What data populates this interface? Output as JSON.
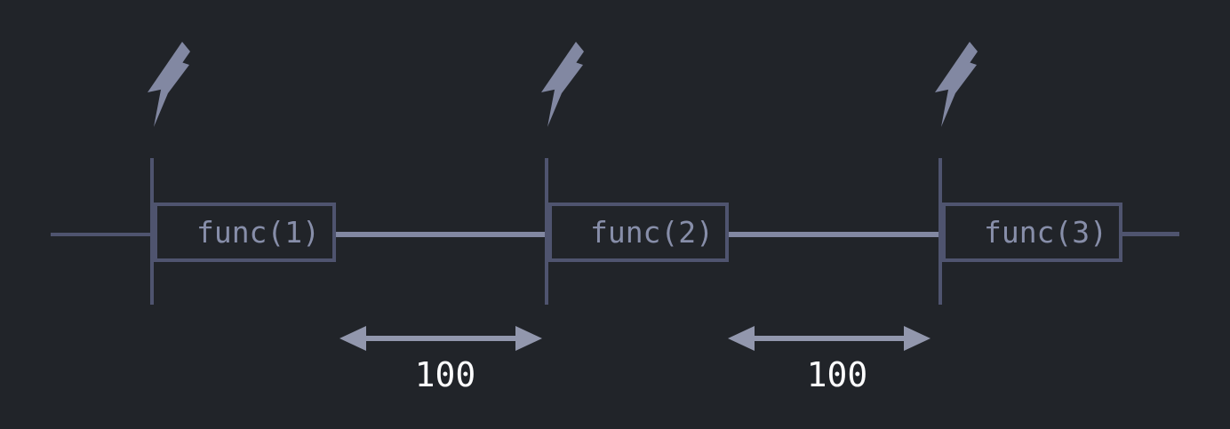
{
  "colors": {
    "background": "#212429",
    "accent": "#8288a2",
    "arrow": "#9297ad",
    "dim": "#4f546f",
    "box_text": "#878ea9",
    "interval_text": "#fcfcfd"
  },
  "diagram": {
    "name": "function-call-timeline",
    "events": [
      {
        "icon": "lightning-bolt",
        "label": "func(1)"
      },
      {
        "icon": "lightning-bolt",
        "label": "func(2)"
      },
      {
        "icon": "lightning-bolt",
        "label": "func(3)"
      }
    ],
    "intervals": [
      {
        "label": "100"
      },
      {
        "label": "100"
      }
    ]
  }
}
